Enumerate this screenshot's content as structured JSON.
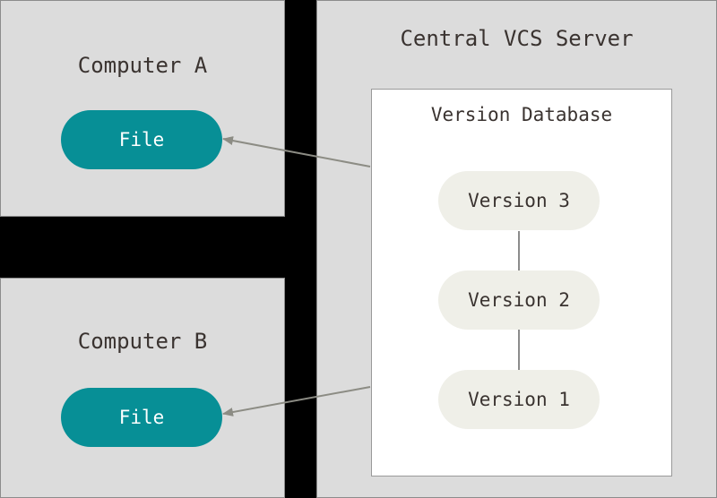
{
  "computer_a": {
    "title": "Computer A",
    "file_label": "File"
  },
  "computer_b": {
    "title": "Computer B",
    "file_label": "File"
  },
  "server": {
    "title": "Central VCS Server",
    "database": {
      "title": "Version Database",
      "versions": [
        "Version 3",
        "Version 2",
        "Version 1"
      ]
    }
  },
  "colors": {
    "background": "#000000",
    "box_fill": "#dcdcdc",
    "file_pill": "#078f96",
    "version_pill": "#efefe8",
    "arrow": "#8c8c84"
  }
}
